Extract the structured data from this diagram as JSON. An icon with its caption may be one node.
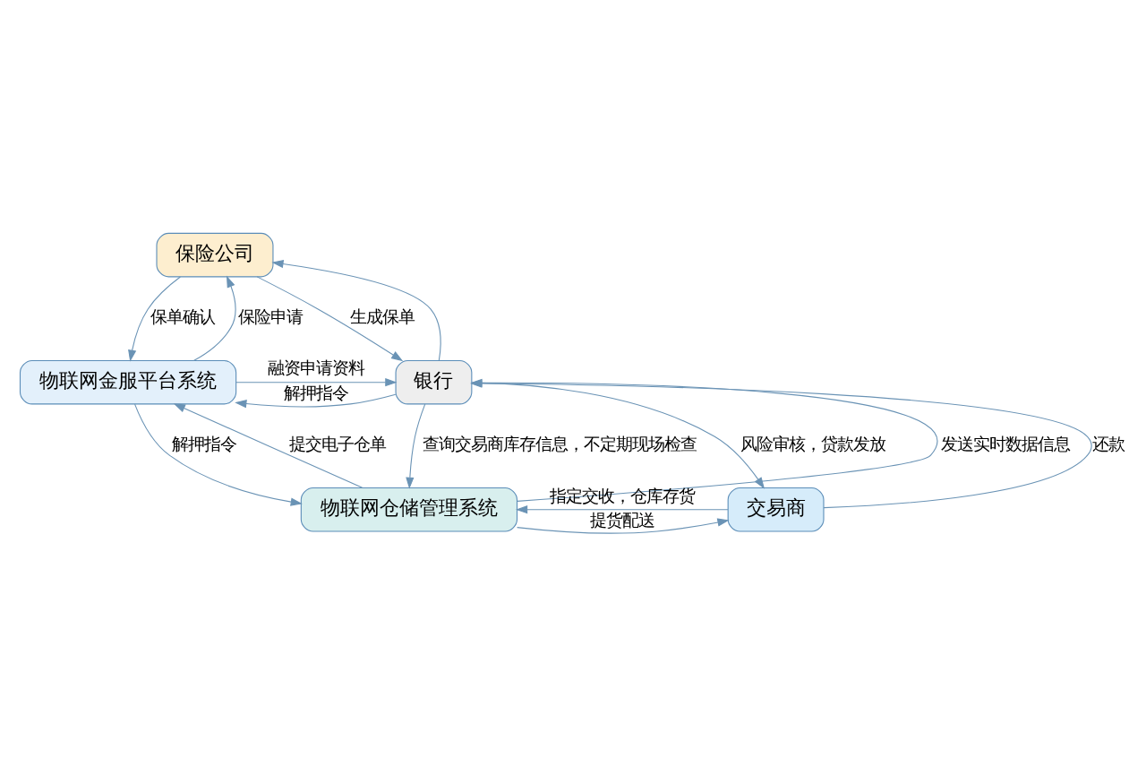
{
  "diagram": {
    "nodes": [
      {
        "text": [
          "物联网金服平台系统"
        ]
      },
      {
        "text": [
          "保险公司"
        ]
      },
      {
        "text": [
          "银行"
        ]
      },
      {
        "text": [
          "物联网仓储管理系统"
        ]
      },
      {
        "text": [
          "交易商"
        ]
      }
    ],
    "edges": [
      {
        "from": 0,
        "to": 1,
        "arrow": "to",
        "label": "保险申请"
      },
      {
        "from": 1,
        "to": 0,
        "arrow": "to",
        "label": "保单确认"
      },
      {
        "from": 1,
        "to": 2,
        "arrow": "to",
        "label": "生成保单"
      },
      {
        "from": 2,
        "to": 1,
        "arrow": "to"
      },
      {
        "from": 2,
        "to": 0,
        "arrow": "to",
        "label": "解押指令"
      },
      {
        "from": 0,
        "to": 2,
        "arrow": "to",
        "label": "融资申请资料"
      },
      {
        "from": 3,
        "to": 0,
        "arrow": "to",
        "label": "提交电子仓单"
      },
      {
        "from": 0,
        "to": 3,
        "arrow": "to",
        "label": "解押指令"
      },
      {
        "from": 3,
        "to": 2,
        "arrow": "to",
        "label": "发送实时数据信息"
      },
      {
        "from": 2,
        "to": 3,
        "arrow": "to",
        "label": "查询交易商库存信息，不定期现场检查"
      },
      {
        "from": 4,
        "to": 2,
        "arrow": "to",
        "label": "还款"
      },
      {
        "from": 2,
        "to": 4,
        "arrow": "to",
        "label": "风险审核，贷款发放"
      },
      {
        "from": 4,
        "to": 3,
        "arrow": "to",
        "label": "指定交收，仓库存货"
      },
      {
        "from": 3,
        "to": 4,
        "arrow": "to",
        "label": "提货配送"
      }
    ]
  }
}
